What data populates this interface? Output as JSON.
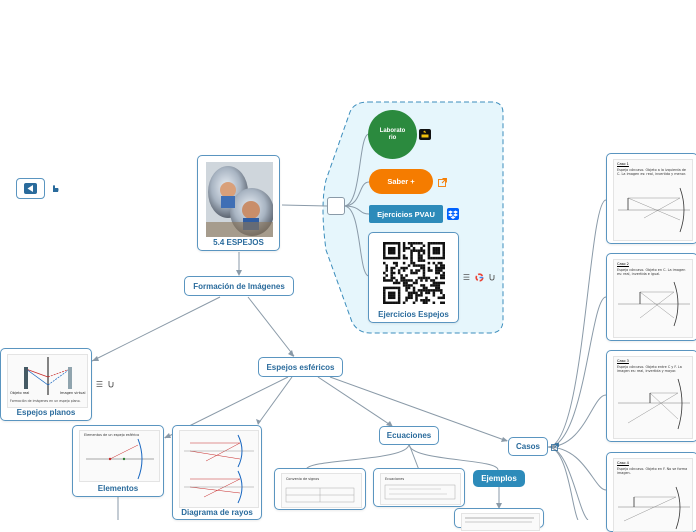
{
  "map": {
    "root": "5.4 ESPEJOS",
    "formacion": "Formación de Imágenes",
    "esfericos": "Espejos esféricos",
    "planos": "Espejos planos",
    "elementos": "Elementos",
    "diagrama": "Diagrama de rayos",
    "ecuaciones": "Ecuaciones",
    "casos": "Casos",
    "ejemplos": "Ejemplos",
    "laboratorio": "Laborato rio",
    "saber": "Saber +",
    "pvau": "Ejercicios PVAU",
    "qr": "Ejercicios Espejos"
  },
  "thumbs": {
    "planos_obj": "Objeto real",
    "planos_img": "Imagen virtual",
    "planos_caption": "Formación de imágenes en un espejo plano.",
    "elementos_title": "Elementos de un espejo esférico",
    "ec1_title": "Convenio de signos",
    "ec2_title": "Ecuaciones",
    "caso1_title": "Caso 1",
    "caso1_text": "Espejo cóncavo. Objeto a la izquierda de C. La imagen es: real, invertida y menor.",
    "caso2_title": "Caso 2",
    "caso2_text": "Espejo cóncavo. Objeto en C. La imagen es: real, invertida e igual.",
    "caso3_title": "Caso 3",
    "caso3_text": "Espejo cóncavo. Objeto entre C y F. La imagen es: real, invertida y mayor.",
    "caso4_title": "Caso 4",
    "caso4_text": "Espejo cóncavo. Objeto en F. No se forma imagen."
  },
  "icons": {
    "back": "back-arrow-icon",
    "link": "external-link-icon",
    "notes": "notes-icon",
    "google": "google-drive-icon",
    "dropbox": "dropbox-icon",
    "attachment": "attachment-icon",
    "hand": "hand-pointer-icon"
  },
  "colors": {
    "accent": "#2a6b9c",
    "border": "#5a95c0",
    "lab_green": "#2b8a3e",
    "saber_orange": "#f57c00",
    "pvau_blue": "#2d8bba",
    "boundary_fill": "#e6f6fc",
    "boundary_stroke": "#3c8dbc"
  }
}
